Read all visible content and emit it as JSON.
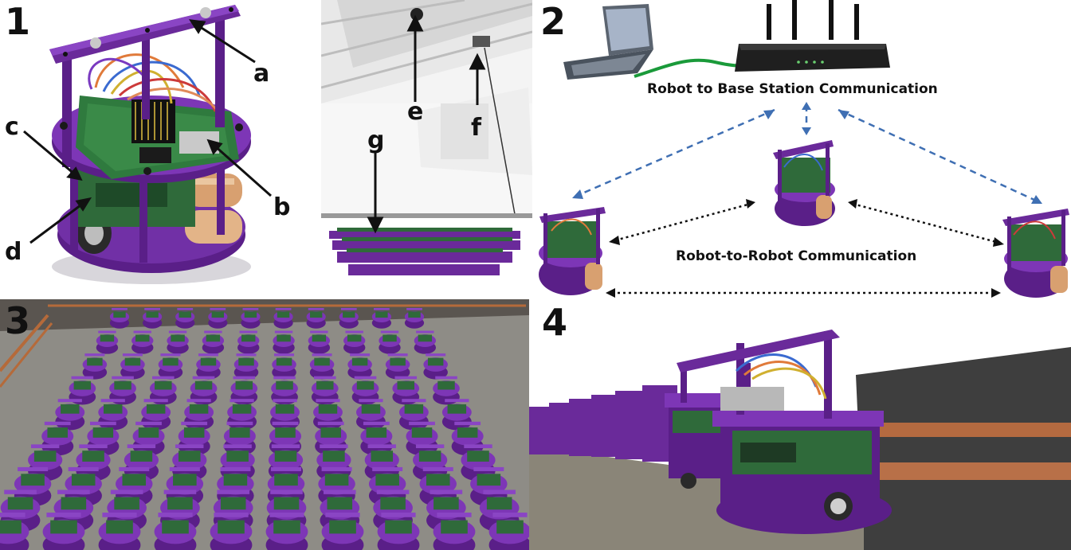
{
  "panels": [
    {
      "number": "1",
      "labels": [
        "a",
        "b",
        "c",
        "d"
      ]
    },
    {
      "number": "",
      "labels": [
        "e",
        "f",
        "g"
      ]
    },
    {
      "number": "2",
      "labels": []
    },
    {
      "number": "3",
      "labels": []
    },
    {
      "number": "4",
      "labels": []
    }
  ],
  "diagram": {
    "base_station_label": "Robot to Base Station Communication",
    "robot_to_robot_label": "Robot-to-Robot Communication",
    "link_color": "#3f6fb3",
    "cable_color": "#1a9a3a"
  },
  "colors": {
    "robot_purple": "#6a2a9a",
    "robot_purple_dark": "#4a1670",
    "pcb_green": "#2f6a3a",
    "floor_gray": "#8e8c86"
  }
}
